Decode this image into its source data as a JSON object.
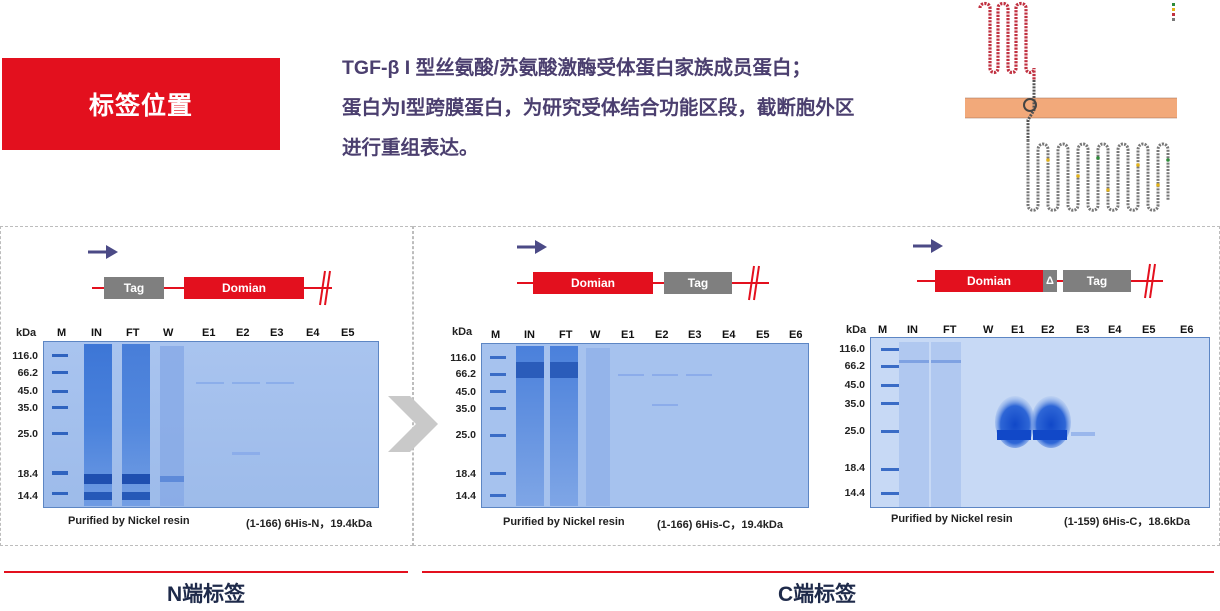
{
  "header": {
    "banner_label": "标签位置",
    "intro_lines": [
      "TGF-β I 型丝氨酸/苏氨酸激酶受体蛋白家族成员蛋白；",
      "蛋白为I型跨膜蛋白，为研究受体结合功能区段，截断胞外区",
      "进行重组表达。"
    ]
  },
  "gels": [
    {
      "construct": [
        "Tag",
        "Domian"
      ],
      "kda_label": "kDa",
      "lanes": [
        "M",
        "IN",
        "FT",
        "W",
        "E1",
        "E2",
        "E3",
        "E4",
        "E5"
      ],
      "markers": [
        "116.0",
        "66.2",
        "45.0",
        "35.0",
        "25.0",
        "18.4",
        "14.4"
      ],
      "caption_left": "Purified by Nickel resin",
      "caption_right": "(1-166)  6His-N，19.4kDa"
    },
    {
      "construct": [
        "Domian",
        "Tag"
      ],
      "kda_label": "kDa",
      "lanes": [
        "M",
        "IN",
        "FT",
        "W",
        "E1",
        "E2",
        "E3",
        "E4",
        "E5",
        "E6"
      ],
      "markers": [
        "116.0",
        "66.2",
        "45.0",
        "35.0",
        "25.0",
        "18.4",
        "14.4"
      ],
      "caption_left": "Purified by Nickel resin",
      "caption_right": "(1-166)  6His-C，19.4kDa"
    },
    {
      "construct": [
        "Domian",
        "Δ",
        "Tag"
      ],
      "kda_label": "kDa",
      "lanes": [
        "M",
        "IN",
        "FT",
        "W",
        "E1",
        "E2",
        "E3",
        "E4",
        "E5",
        "E6"
      ],
      "markers": [
        "116.0",
        "66.2",
        "45.0",
        "35.0",
        "25.0",
        "18.4",
        "14.4"
      ],
      "caption_left": "Purified by Nickel resin",
      "caption_right": "(1-159)  6His-C，18.6kDa"
    }
  ],
  "footer": {
    "n_label": "N端标签",
    "c_label": "C端标签"
  },
  "colors": {
    "accent_red": "#e3101e",
    "tag_gray": "#7f7f7f",
    "arrow_purple": "#4b4a86",
    "gel_blue": "#8fb2e8"
  }
}
